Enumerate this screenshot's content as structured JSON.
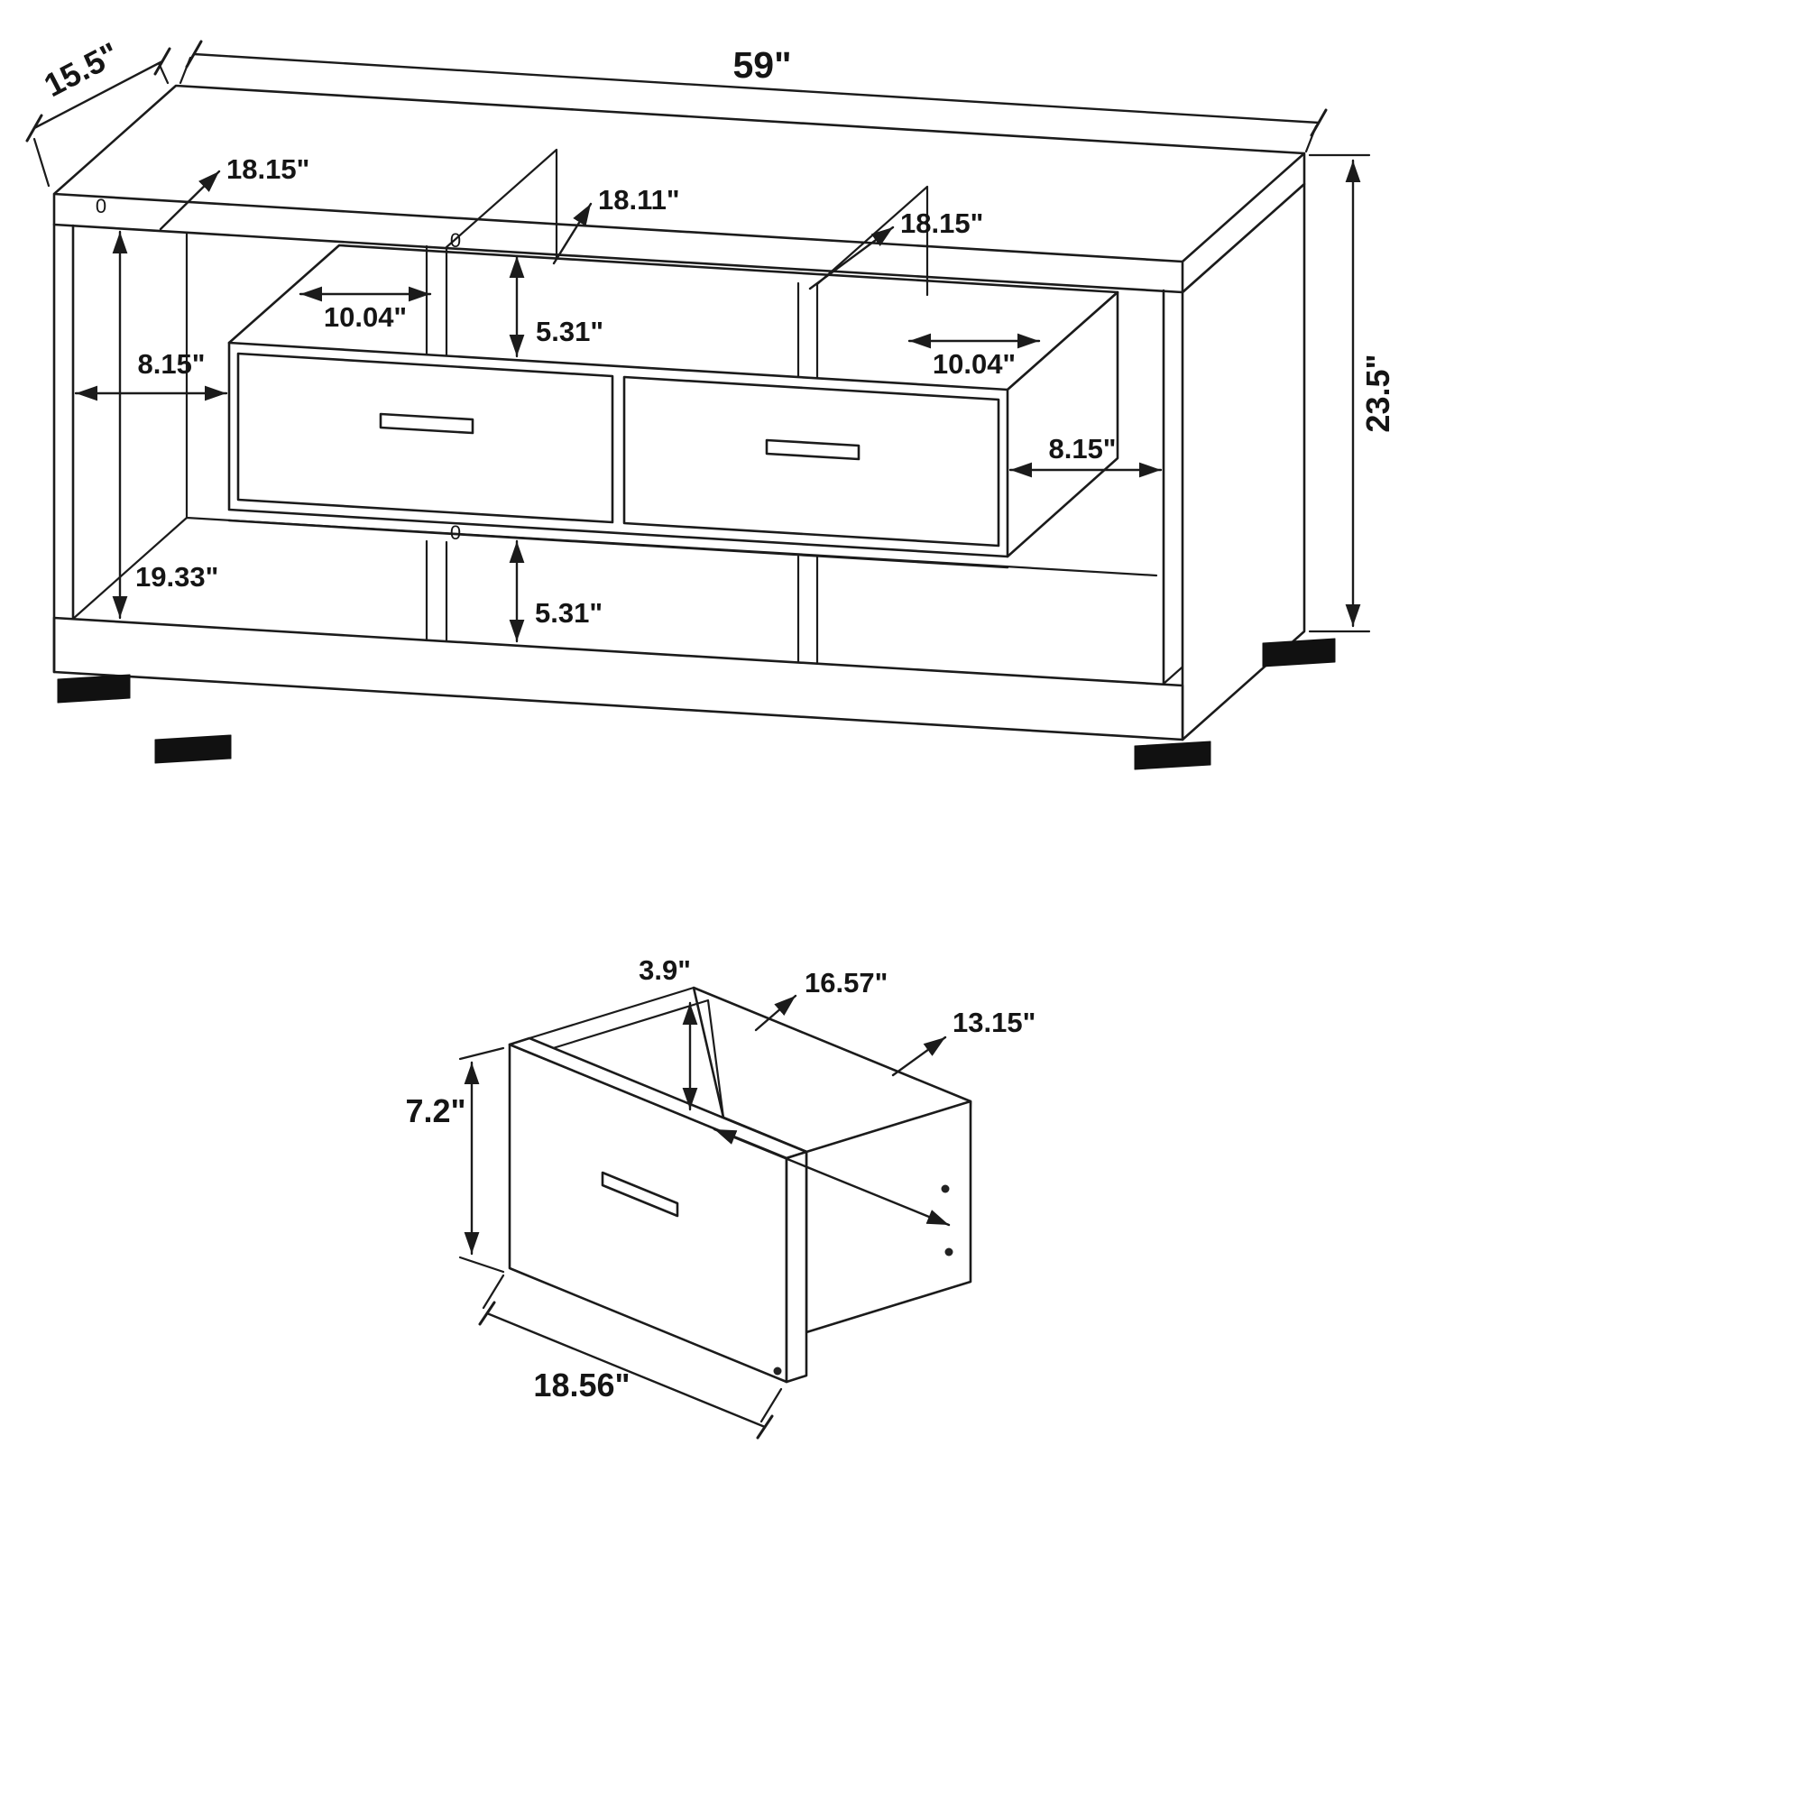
{
  "page": {
    "background": "#ffffff",
    "line_color": "#1b1b1b"
  },
  "console_diagram": {
    "dims": {
      "width": "59\"",
      "depth": "15.5\"",
      "height": "23.5\"",
      "left_section_width": "18.15\"",
      "middle_section_width": "18.11\"",
      "right_section_width": "18.15\"",
      "left_shelf_width": "10.04\"",
      "right_shelf_width": "10.04\"",
      "upper_cubby_height": "5.31\"",
      "lower_cubby_height": "5.31\"",
      "left_opening_width": "8.15\"",
      "right_opening_width": "8.15\"",
      "left_opening_height": "19.33\"",
      "mark_a": "0",
      "mark_b": "0",
      "mark_c": "0"
    }
  },
  "drawer_diagram": {
    "dims": {
      "interior_height": "3.9\"",
      "interior_width": "16.57\"",
      "interior_depth": "13.15\"",
      "front_height": "7.2\"",
      "width": "18.56\""
    }
  }
}
